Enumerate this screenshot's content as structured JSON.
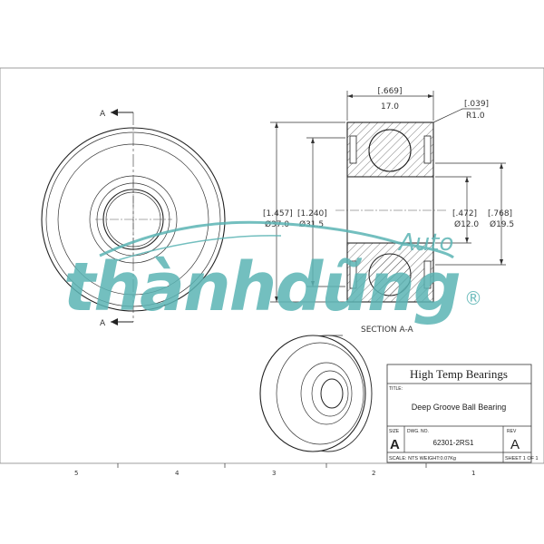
{
  "drawing": {
    "company": "High Temp Bearings",
    "title_label": "TITLE:",
    "title": "Deep Groove Ball Bearing",
    "size_label": "SIZE",
    "size": "A",
    "dwg_no_label": "DWG. NO.",
    "dwg_no": "62301-2RS1",
    "rev_label": "REV",
    "rev": "A",
    "scale_text": "SCALE: NTS WEIGHT:0.07Kg",
    "sheet_text": "SHEET 1 OF 1",
    "section_label": "SECTION A-A",
    "cut_label_top": "A",
    "cut_label_bottom": "A",
    "zones": [
      "5",
      "4",
      "3",
      "2",
      "1"
    ]
  },
  "dimensions": {
    "width_in": "[.669]",
    "width_mm": "17.0",
    "radius_in": "[.039]",
    "radius_mm": "R1.0",
    "od_in": "[1.457]",
    "od_mm": "Ø37.0",
    "shoulder_in": "[1.240]",
    "shoulder_mm": "Ø31.5",
    "bore_in": "[.472]",
    "bore_mm": "Ø12.0",
    "inner_ring_in": "[.768]",
    "inner_ring_mm": "Ø19.5"
  },
  "watermark": {
    "brand": "thànhdũng",
    "sub": "Auto",
    "reg": "®",
    "color": "#5bb4b4"
  }
}
